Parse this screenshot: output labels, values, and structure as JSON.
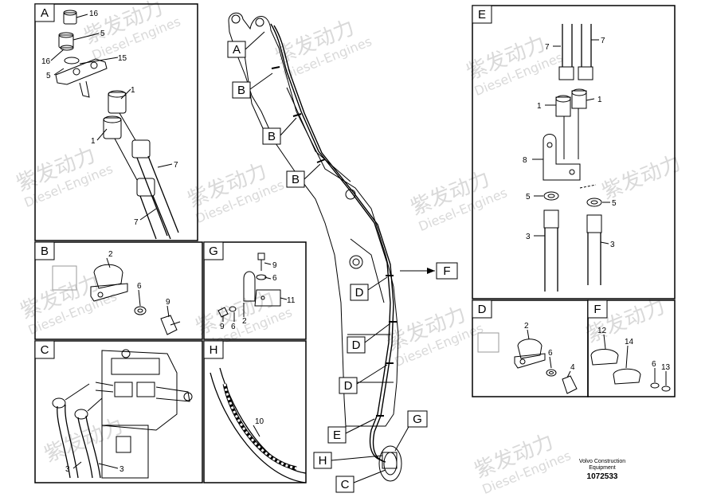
{
  "watermark": {
    "brand_cn": "紫发动力",
    "brand_en": "Diesel-Engines"
  },
  "panels": {
    "A": {
      "letter": "A",
      "parts": [
        "16",
        "5",
        "16",
        "15",
        "5",
        "1",
        "1",
        "7",
        "7"
      ]
    },
    "B": {
      "letter": "B",
      "parts": [
        "2",
        "6",
        "9"
      ]
    },
    "C": {
      "letter": "C",
      "parts": [
        "3",
        "3"
      ]
    },
    "G": {
      "letter": "G",
      "parts": [
        "9",
        "6",
        "11",
        "9",
        "6",
        "2"
      ]
    },
    "H": {
      "letter": "H",
      "parts": [
        "10"
      ]
    },
    "E": {
      "letter": "E",
      "parts": [
        "7",
        "7",
        "1",
        "1",
        "8",
        "5",
        "5",
        "3",
        "3"
      ]
    },
    "D": {
      "letter": "D",
      "parts": [
        "2",
        "6",
        "4"
      ]
    },
    "F": {
      "letter": "F",
      "parts": [
        "12",
        "14",
        "6",
        "13"
      ]
    }
  },
  "callouts": {
    "A": "A",
    "B1": "B",
    "B2": "B",
    "B3": "B",
    "F": "F",
    "D1": "D",
    "D2": "D",
    "D3": "D",
    "E": "E",
    "G": "G",
    "H": "H",
    "C": "C"
  },
  "footer": {
    "line1": "Volvo Construction",
    "line2": "Equipment",
    "number": "1072533"
  }
}
